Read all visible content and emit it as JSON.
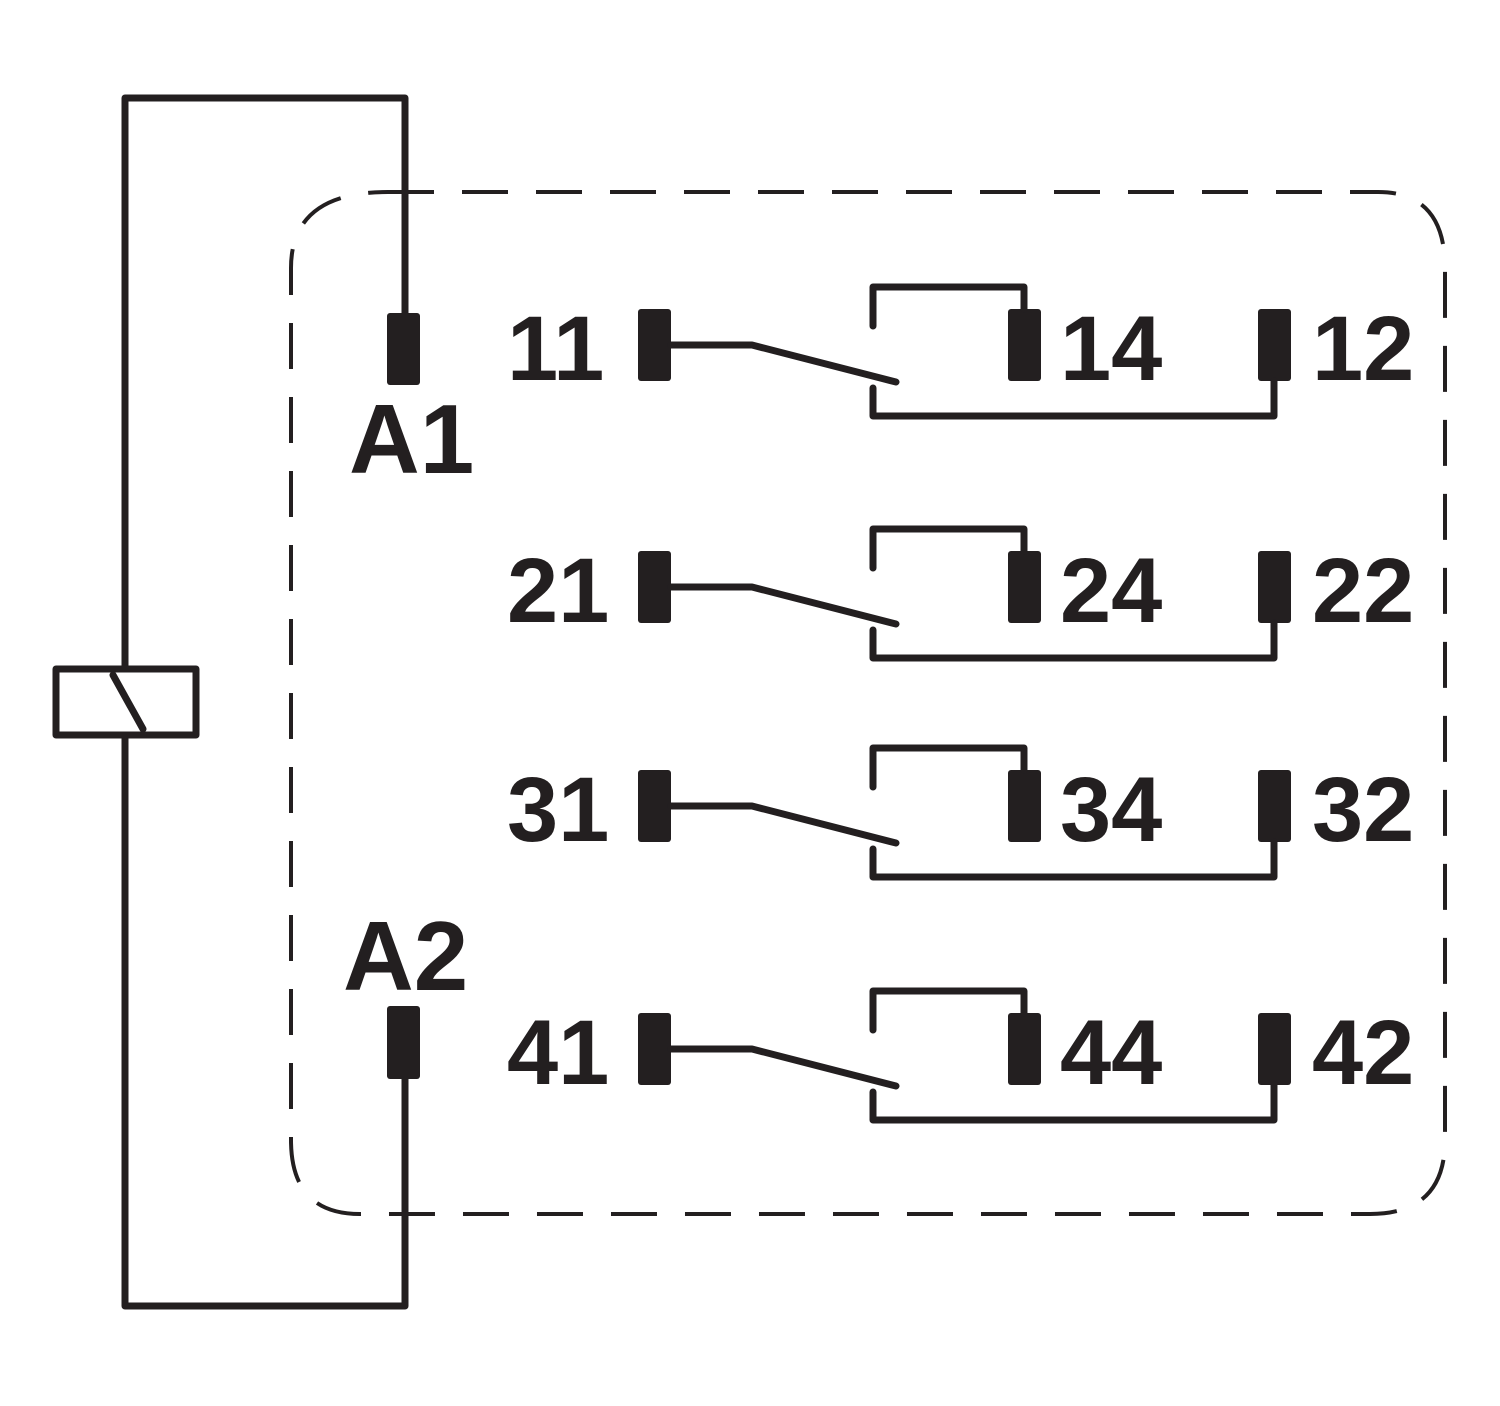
{
  "colors": {
    "line": "#231f20",
    "background": "#ffffff"
  },
  "coil": {
    "terminal_a1": "A1",
    "terminal_a2": "A2"
  },
  "contacts": [
    {
      "common": "11",
      "normally_open": "14",
      "normally_closed": "12"
    },
    {
      "common": "21",
      "normally_open": "24",
      "normally_closed": "22"
    },
    {
      "common": "31",
      "normally_open": "34",
      "normally_closed": "32"
    },
    {
      "common": "41",
      "normally_open": "44",
      "normally_closed": "42"
    }
  ]
}
